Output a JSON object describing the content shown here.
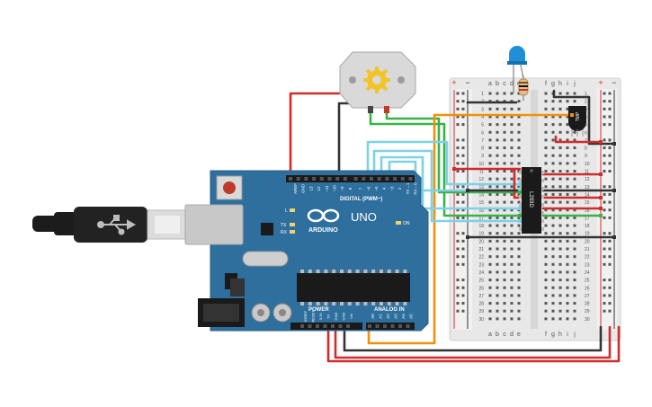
{
  "arduino": {
    "brand": "ARDUINO",
    "model": "UNO",
    "digital_header_label": "DIGITAL (PWM~)",
    "power_header_label": "POWER",
    "analog_header_label": "ANALOG IN",
    "led_labels": {
      "l": "L",
      "tx": "TX",
      "rx": "RX",
      "on": "ON"
    },
    "digital_pins": [
      "AREF",
      "GND",
      "13",
      "12",
      "~11",
      "~10",
      "~9",
      "8",
      "7",
      "~6",
      "~5",
      "4",
      "~3",
      "2",
      "TX→1",
      "RX←0"
    ],
    "power_pins": [
      "IOREF",
      "RESET",
      "3.3V",
      "5V",
      "GND",
      "GND",
      "Vin"
    ],
    "analog_pins": [
      "A0",
      "A1",
      "A2",
      "A3",
      "A4",
      "A5"
    ]
  },
  "breadboard": {
    "column_letters_left": [
      "a",
      "b",
      "c",
      "d",
      "e"
    ],
    "column_letters_right": [
      "f",
      "g",
      "h",
      "i",
      "j"
    ],
    "row_count": 30,
    "rail_plus": "+",
    "rail_minus": "−"
  },
  "components": {
    "driver_ic_label": "L293D",
    "sensor_label": "TMP",
    "motor": "dc-motor",
    "led_color": "#1f8fd6"
  },
  "colors": {
    "board": "#2e6f9e",
    "red_wire": "#d22b2b",
    "black_wire": "#333333",
    "orange_wire": "#f0900e",
    "green_wire": "#3cb14a",
    "cyan_wire": "#7ed1e6"
  }
}
